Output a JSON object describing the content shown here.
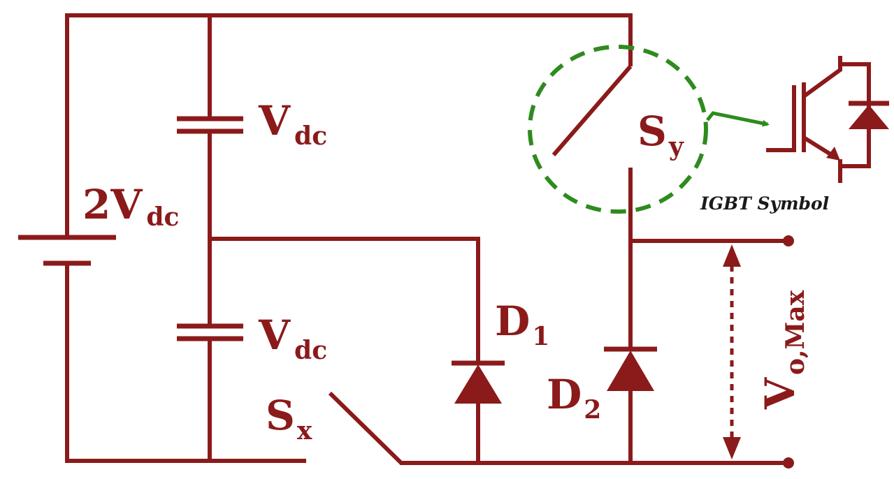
{
  "labels": {
    "source": {
      "main": "2V",
      "sub": "dc"
    },
    "cap_top": {
      "main": "V",
      "sub": "dc"
    },
    "cap_bottom": {
      "main": "V",
      "sub": "dc"
    },
    "switch_y": {
      "main": "S",
      "sub": "y"
    },
    "switch_x": {
      "main": "S",
      "sub": "x"
    },
    "diode_1": {
      "main": "D",
      "sub": "1"
    },
    "diode_2": {
      "main": "D",
      "sub": "2"
    },
    "output_voltage": {
      "main": "V",
      "sub": "o,Max"
    },
    "igbt_caption": "IGBT Symbol"
  },
  "colors": {
    "circuit": "#8b1a1a",
    "highlight": "#2e8b1e",
    "caption": "#1a1a1a"
  }
}
